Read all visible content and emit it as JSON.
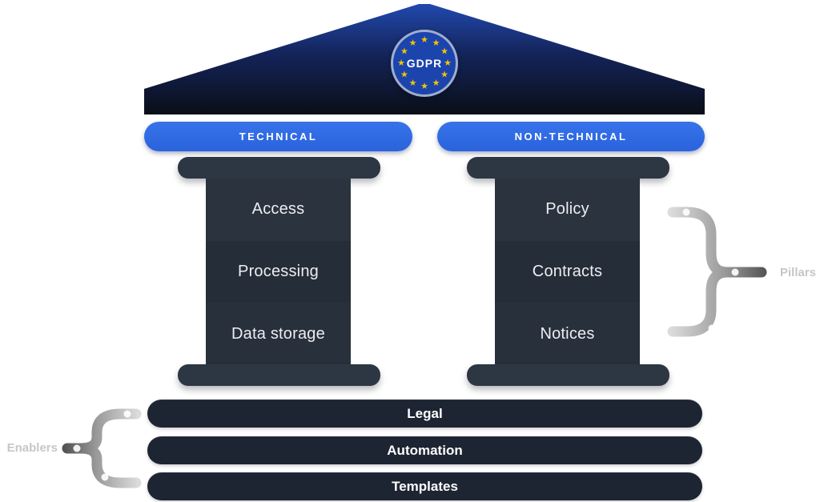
{
  "badge": {
    "label": "GDPR"
  },
  "headers": {
    "technical": "TECHNICAL",
    "non_technical": "NON-TECHNICAL"
  },
  "pillars": {
    "technical": {
      "segments": [
        "Access",
        "Processing",
        "Data storage"
      ]
    },
    "non_technical": {
      "segments": [
        "Policy",
        "Contracts",
        "Notices"
      ]
    }
  },
  "foundation": {
    "bars": [
      "Legal",
      "Automation",
      "Templates"
    ]
  },
  "annotations": {
    "pillars": "Pillars",
    "enablers": "Enablers"
  },
  "colors": {
    "header_blue": "#2E6BE3",
    "flag_blue": "#1C44AD",
    "flag_ring": "#9FAECE",
    "star_gold": "#F5C400",
    "roof_gradient_top": "#2149AE",
    "roof_gradient_bottom": "#0A0E18",
    "pillar_cap": "#2D3643",
    "pillar_segment_light": "#2B333F",
    "pillar_segment_dark": "#252D38",
    "foundation_bar": "#1D2432",
    "brace_light": "#DCDCDC",
    "brace_dark": "#4F4F4F",
    "side_label_gray": "#C3C7CB"
  }
}
